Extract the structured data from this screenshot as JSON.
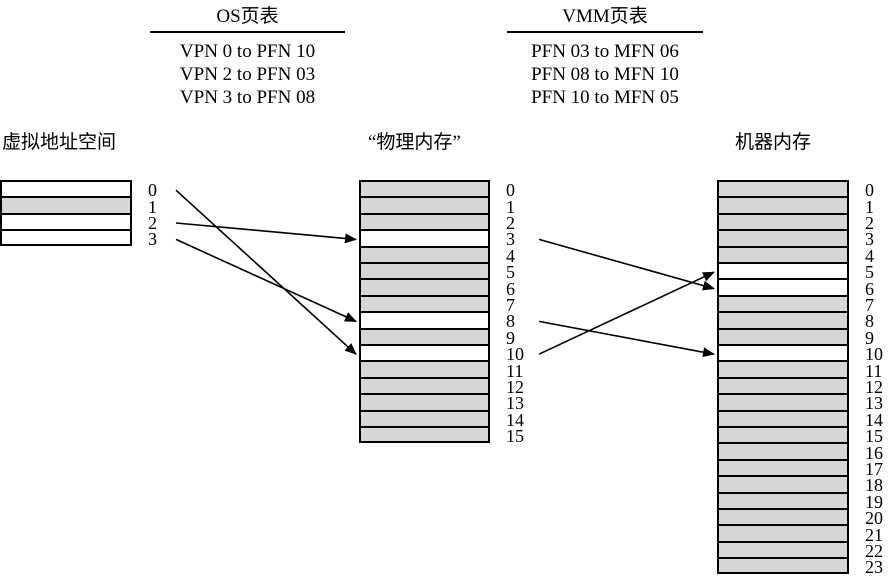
{
  "os_table": {
    "title": "OS页表",
    "entries": [
      "VPN 0 to PFN 10",
      "VPN 2 to PFN 03",
      "VPN 3 to PFN 08"
    ]
  },
  "vmm_table": {
    "title": "VMM页表",
    "entries": [
      "PFN 03 to MFN 06",
      "PFN 08 to MFN 10",
      "PFN 10 to MFN 05"
    ]
  },
  "columns": {
    "virtual": {
      "title": "虚拟地址空间",
      "count": 4,
      "shaded": [
        1
      ]
    },
    "physical": {
      "title": "“物理内存”",
      "count": 16,
      "highlighted": [
        3,
        8,
        10
      ]
    },
    "machine": {
      "title": "机器内存",
      "count": 24,
      "highlighted": [
        5,
        6,
        10
      ]
    }
  },
  "mappings": {
    "vpn_to_pfn": [
      [
        0,
        10
      ],
      [
        2,
        3
      ],
      [
        3,
        8
      ]
    ],
    "pfn_to_mfn": [
      [
        3,
        6
      ],
      [
        8,
        10
      ],
      [
        10,
        5
      ]
    ]
  },
  "colors": {
    "shade": "#d6d6d6",
    "line": "#000000",
    "highlight": "#ffffff"
  }
}
